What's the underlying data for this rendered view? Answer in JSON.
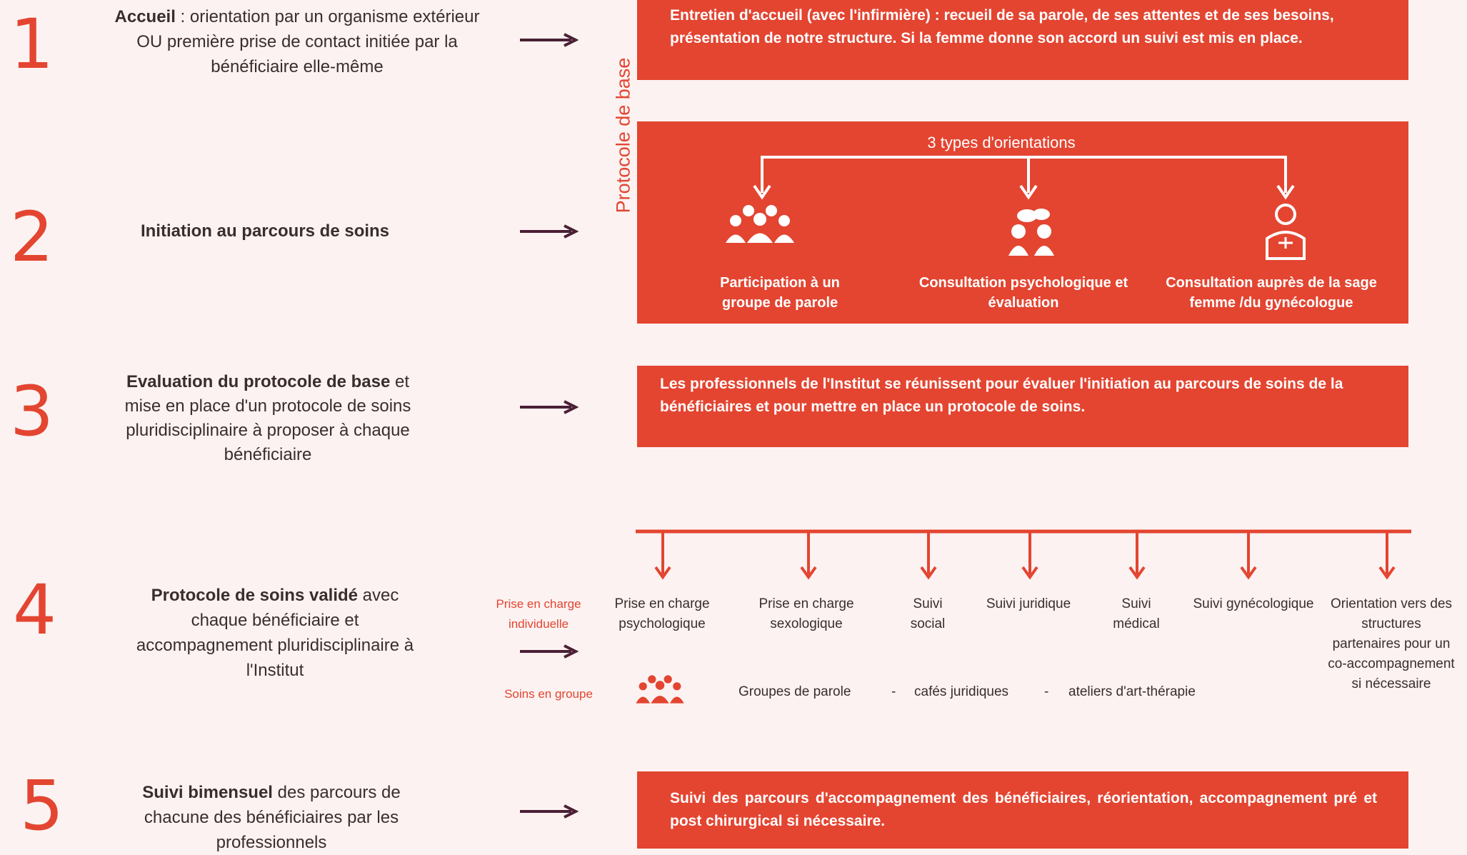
{
  "side_label": "Protocole de base",
  "steps": [
    {
      "number": "1",
      "bold": "Accueil",
      "rest": " : orientation par un organisme extérieur OU première prise de contact initiée par la bénéficiaire elle-même"
    },
    {
      "number": "2",
      "bold": "Initiation au parcours de soins",
      "rest": ""
    },
    {
      "number": "3",
      "bold": "Evaluation du protocole de base",
      "rest": " et mise en place d'un protocole de soins pluridisciplinaire à proposer à chaque bénéficiaire"
    },
    {
      "number": "4",
      "bold": "Protocole de soins validé",
      "rest": " avec chaque bénéficiaire et accompagnement pluridisciplinaire à l'Institut"
    },
    {
      "number": "5",
      "bold": "Suivi bimensuel",
      "rest": " des parcours de chacune des bénéficiaires par les professionnels"
    }
  ],
  "box1": "Entretien d'accueil (avec l'infirmière) : recueil de  sa parole, de ses attentes et de ses besoins, présentation de notre structure.  Si la femme donne son accord un suivi est mis en place.",
  "box2": {
    "heading": "3 types d'orientations",
    "options": [
      {
        "label": "Participation à un groupe de parole",
        "icon": "group-icon"
      },
      {
        "label": "Consultation psychologique et évaluation",
        "icon": "conversation-icon"
      },
      {
        "label": "Consultation auprès de la sage femme /du gynécologue",
        "icon": "doctor-icon"
      }
    ]
  },
  "box3": "Les professionnels de l'Institut se réunissent pour évaluer l'initiation au parcours de soins de la bénéficiaires et pour mettre en place un protocole de soins.",
  "step4": {
    "individual_label": "Prise en charge individuelle",
    "group_label": "Soins en groupe",
    "services": [
      "Prise en charge psychologique",
      "Prise en charge sexologique",
      "Suivi social",
      "Suivi juridique",
      "Suivi médical",
      "Suivi gynécologique",
      "Orientation vers des structures partenaires pour un co-accompagnement si nécessaire"
    ],
    "group_items": [
      "Groupes de parole",
      "-",
      "cafés juridiques",
      "-",
      "ateliers d'art-thérapie"
    ]
  },
  "box5": "Suivi des parcours d'accompagnement des bénéficiaires, réorientation, accompagnement pré et post chirurgical si nécessaire.",
  "colors": {
    "accent": "#e34531",
    "arrow": "#4a2035",
    "background": "#fcf2f1"
  }
}
